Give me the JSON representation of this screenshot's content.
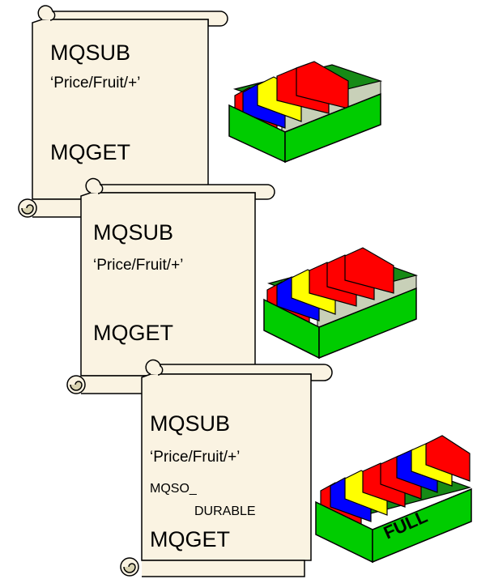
{
  "scrolls": [
    {
      "verb": "MQSUB",
      "topic": "‘Price/Fruit/+’",
      "option_line1": "",
      "option_line2": "",
      "get": "MQGET"
    },
    {
      "verb": "MQSUB",
      "topic": "‘Price/Fruit/+’",
      "option_line1": "",
      "option_line2": "",
      "get": "MQGET"
    },
    {
      "verb": "MQSUB",
      "topic": "‘Price/Fruit/+’",
      "option_line1": "MQSO_",
      "option_line2": "DURABLE",
      "get": "MQGET"
    }
  ],
  "boxes": [
    {
      "status_label": "",
      "dividers": [
        "red",
        "blue",
        "yellow",
        "red"
      ]
    },
    {
      "status_label": "",
      "dividers": [
        "red",
        "blue",
        "yellow",
        "red",
        "red"
      ]
    },
    {
      "status_label": "FULL",
      "dividers": [
        "red",
        "blue",
        "yellow",
        "red",
        "blue",
        "yellow",
        "red"
      ]
    }
  ],
  "colors": {
    "parchment": "#faf3e2",
    "curl": "#d8d2b0",
    "box_green": "#00cc00",
    "box_dark_green": "#168a16",
    "box_inside": "#c8d0b8",
    "red": "#ff0000",
    "blue": "#0000ff",
    "yellow": "#ffff00"
  }
}
